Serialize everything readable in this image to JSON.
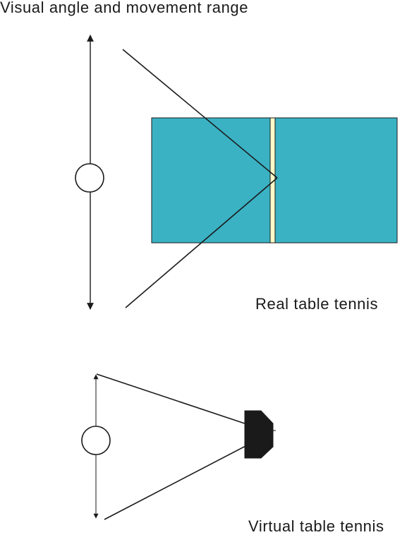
{
  "diagram": {
    "title": "Visual angle and movement range",
    "real_label": "Real table tennis",
    "virtual_label": "Virtual table tennis"
  },
  "colors": {
    "table": "#3ab2c4",
    "net": "#fafac8",
    "device": "#1a1a1a",
    "line": "#1a1a1a"
  }
}
